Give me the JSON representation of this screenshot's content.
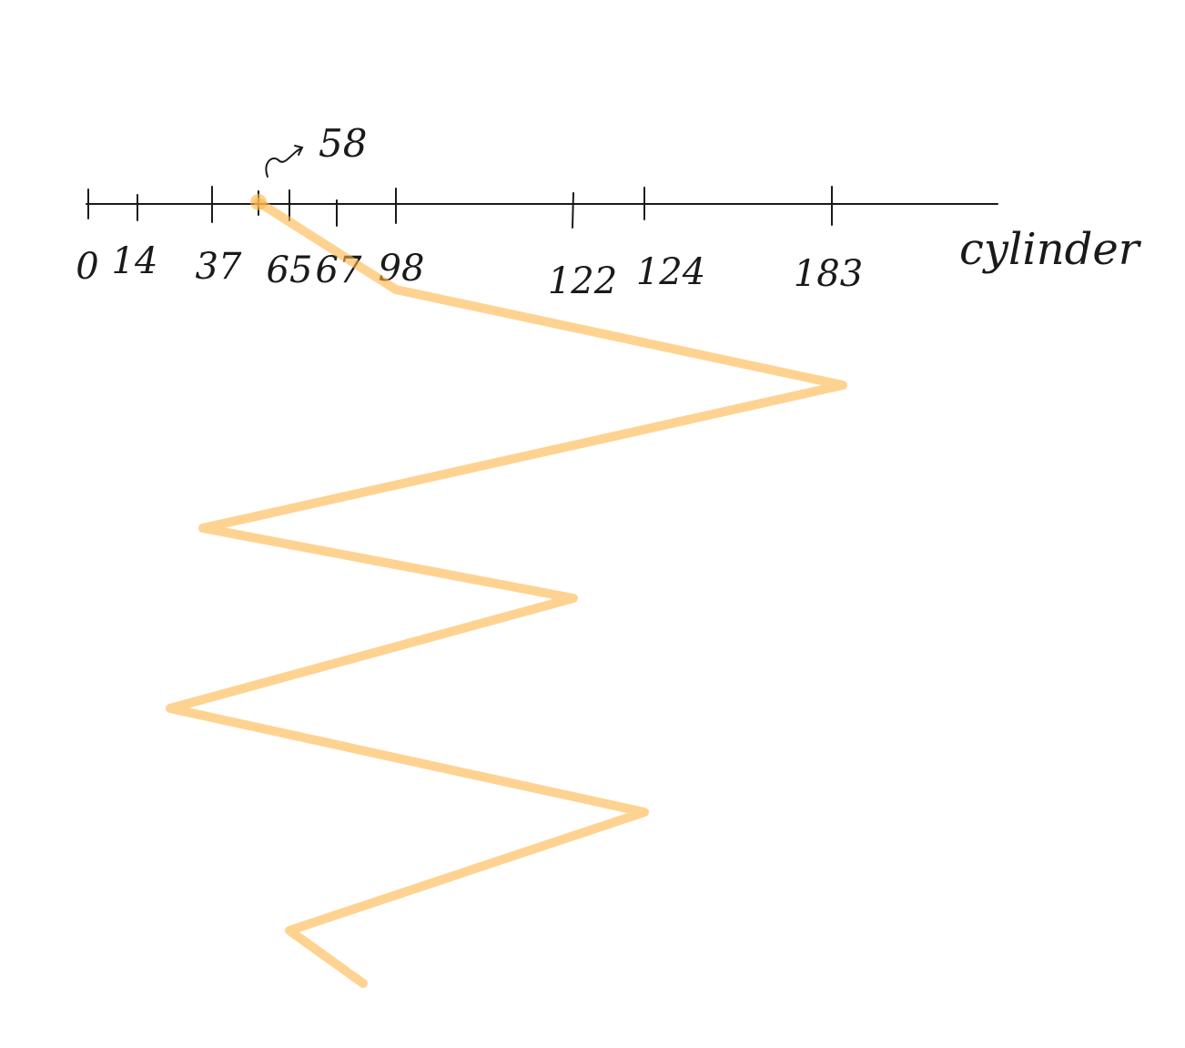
{
  "diagram": {
    "head_start": "58",
    "axis_label": "cylinder",
    "axis_marks": [
      {
        "value": 0,
        "label": "0"
      },
      {
        "value": 14,
        "label": "14"
      },
      {
        "value": 37,
        "label": "37"
      },
      {
        "value": 58,
        "label": ""
      },
      {
        "value": 65,
        "label": "65"
      },
      {
        "value": 67,
        "label": "67"
      },
      {
        "value": 98,
        "label": "98"
      },
      {
        "value": 122,
        "label": "122"
      },
      {
        "value": 124,
        "label": "124"
      },
      {
        "value": 183,
        "label": "183"
      }
    ],
    "head_sequence": [
      58,
      98,
      183,
      37,
      122,
      14,
      124,
      65,
      67
    ],
    "colors": {
      "path": "#fdb548",
      "axis": "#1a1a1a",
      "background": "#ffffff"
    }
  }
}
